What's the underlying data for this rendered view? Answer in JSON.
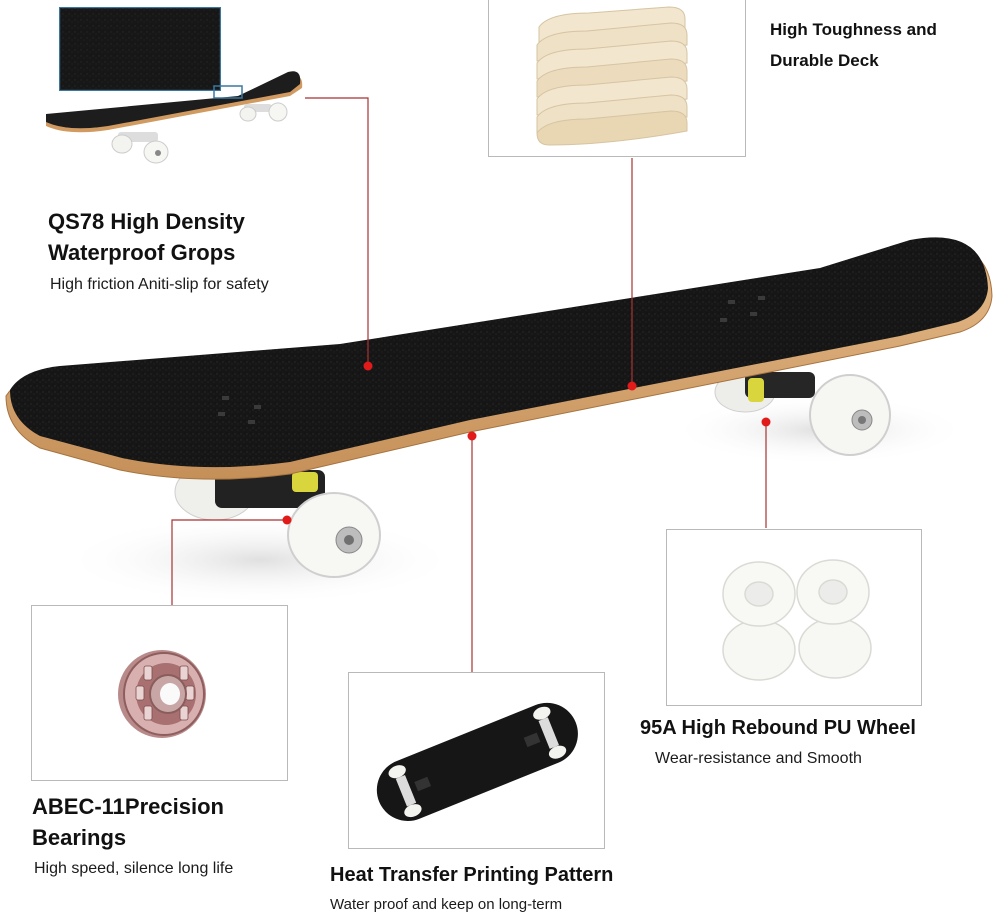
{
  "features": {
    "grip": {
      "title_line1": "QS78 High Density",
      "title_line2": "Waterproof Grops",
      "subtitle": "High friction Aniti-slip for safety"
    },
    "deck": {
      "title_line1": "High Toughness and",
      "title_line2": "Durable Deck"
    },
    "wheel": {
      "title": "95A High Rebound PU Wheel",
      "subtitle": "Wear-resistance and Smooth"
    },
    "bearing": {
      "title_line1": "ABEC-11Precision",
      "title_line2": "Bearings",
      "subtitle": "High speed, silence long life"
    },
    "printing": {
      "title": "Heat Transfer Printing Pattern",
      "subtitle": "Water proof and keep on long-term"
    }
  },
  "icons": {
    "grip_detail": "grip-tape-closeup-icon",
    "deck_layers": "maple-ply-layers-icon",
    "wheels": "pu-wheels-icon",
    "bearing": "precision-bearing-icon",
    "bottom_print": "printed-deck-bottom-icon",
    "main": "skateboard-icon"
  },
  "colors": {
    "callout_line": "#a83232",
    "callout_dot": "#e11a1a",
    "grip": "#151515",
    "wood": "#d8a772",
    "wheel": "#f3f3ef"
  }
}
